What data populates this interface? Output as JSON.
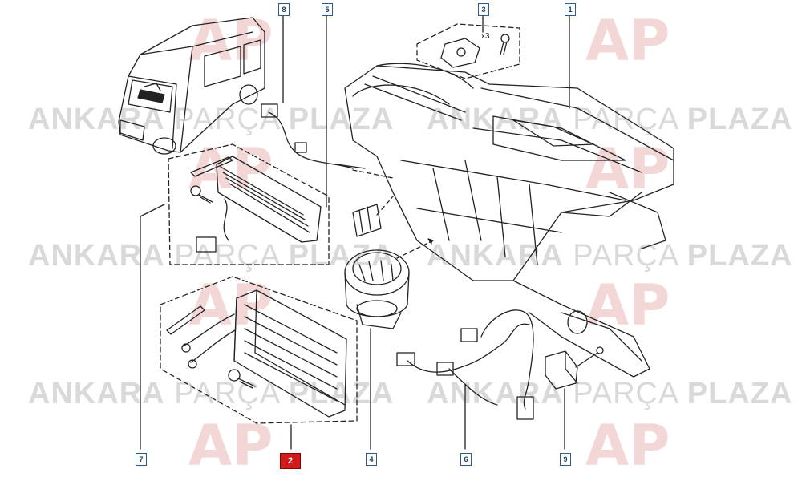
{
  "watermark": {
    "brand_bold_left": "ANKARA",
    "brand_light": "PARÇA",
    "brand_bold_right": "PLAZA",
    "logo_text": "AP"
  },
  "callouts": [
    {
      "id": "c1",
      "label": "1",
      "selected": false
    },
    {
      "id": "c2",
      "label": "2",
      "selected": true
    },
    {
      "id": "c3",
      "label": "3",
      "selected": false
    },
    {
      "id": "c4",
      "label": "4",
      "selected": false
    },
    {
      "id": "c5",
      "label": "5",
      "selected": false
    },
    {
      "id": "c6",
      "label": "6",
      "selected": false
    },
    {
      "id": "c7",
      "label": "7",
      "selected": false
    },
    {
      "id": "c8",
      "label": "8",
      "selected": false
    },
    {
      "id": "c9",
      "label": "9",
      "selected": false
    }
  ],
  "screw_quantity": "x3",
  "colors": {
    "line": "#222222",
    "callout_border": "#2a5d8a",
    "selected": "#d11a1a",
    "watermark": "#d9d9d9",
    "logo": "#f3d6d6"
  }
}
